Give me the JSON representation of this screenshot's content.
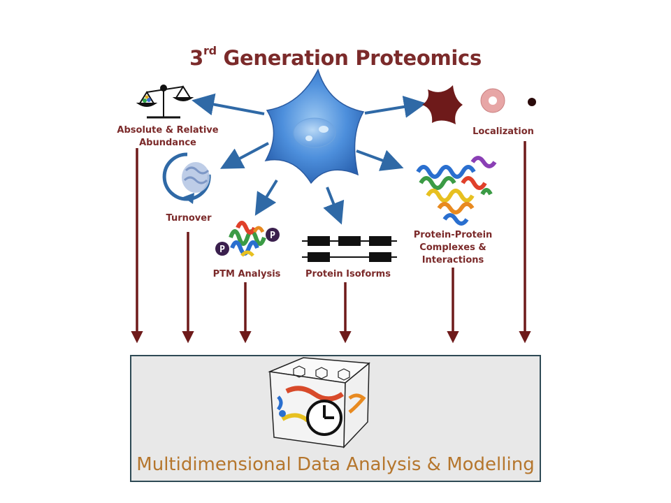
{
  "title": {
    "prefix": "3",
    "superscript": "rd",
    "rest": " Generation Proteomics"
  },
  "branches": {
    "abundance": "Absolute & Relative\nAbundance",
    "turnover": "Turnover",
    "ptm": "PTM Analysis",
    "isoforms": "Protein Isoforms",
    "complexes": "Protein-Protein\nComplexes &\nInteractions",
    "localization": "Localization"
  },
  "ptm_badge": "P",
  "panel": {
    "title": "Multidimensional Data Analysis & Modelling"
  },
  "colors": {
    "maroon": "#6e1a1a",
    "label": "#7b2a2a",
    "blue_arrow": "#2f69a6",
    "cell": "#3d7fd1",
    "panel_bg": "#e8e8e8",
    "panel_border": "#2e4a55",
    "panel_title": "#b5762d"
  }
}
